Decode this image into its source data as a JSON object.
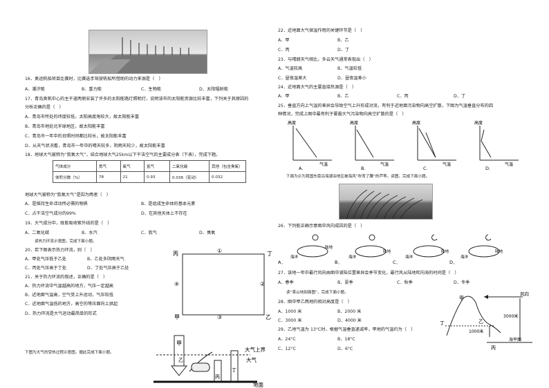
{
  "photo1_caption": "",
  "q16": {
    "stem": "16．奥运帆船项目比赛时，比赛选手驾驶帆船所借助的动力来源是（　）",
    "A": "A．潮汐能",
    "B": "B．重力能",
    "C": "C．生物能",
    "D": "D．太阳辐射能"
  },
  "q17": {
    "stem1": "17．青岛奥帆中心的主干道两侧安装了许多的太阳能路灯照明灯，说明该市的太阳能资源比较丰富，下列关于其原因的",
    "stem2": "分析正确的是（　）",
    "A": "A．青岛市所处的纬度较低，太阳高度角较大，故太阳能丰富",
    "B": "B．青岛市地处北半球地区，故太阳能丰富",
    "C": "C．青岛市一年中的日照时间都比较长，故太阳能丰富",
    "D": "D．从天气状况看，青岛市一年中的晴天较多，阴雨天较少，故太阳能丰富"
  },
  "q18": {
    "stem1": "18．地球大气被称为“氮氧大气”，结合地球大气25km以下干洁空气的主要成分表（下表），完成下题。",
    "table": {
      "head": [
        "气体成分",
        "氮气",
        "氧气",
        "氩气",
        "二氧化碳",
        "其他（包含臭氧）"
      ],
      "row": [
        "体积分数（%）",
        "78",
        "21",
        "0.93",
        "0.038（变动）",
        "0.032"
      ]
    },
    "stem2": "地球大气被称为“氮氧大气”是因为两者（　）",
    "A": "A．是维持生命活动所必需的物质",
    "B": "B．是组成生命体的基本元素",
    "C": "C．占干洁空气成分的99%",
    "D": "D．在其他天体上不存在"
  },
  "q19": {
    "stem": "19．大气成分中，既能吸收紫外线的是（　）",
    "A": "A．二氧化碳",
    "B": "B．水汽",
    "C": "C．氮气",
    "D": "D．臭氧"
  },
  "note_a": "读热力环流示意图，完成下面小题。",
  "q20": {
    "stem": "20．若下图表示热力环流，则（　）",
    "A": "A．甲处气压低于乙处",
    "B": "B．乙处多阴雨天气",
    "C": "C．丙处气压高于丁处",
    "D": "D．丁处气压高于乙处"
  },
  "q21": {
    "stem": "21．关于热力环流的叙述，正确的是（　）",
    "A": "A．热力环流中气温越高的地方，气压一定越高",
    "B": "B．近地面气温高，空气受上升运动，气压较低",
    "C": "C．近地面气温低的地方，高空的等压面向上拱起",
    "D": "D．热力环流是大气运动最简单的形式"
  },
  "note_b": "下图为大气的受热过程示意图。据此完成下面小题。",
  "circ": {
    "bing": "丙",
    "ding": "丁",
    "jia": "甲",
    "yi": "乙",
    "n1": "①",
    "n2": "②",
    "n3": "③",
    "n4": "④"
  },
  "heat": {
    "jia": "甲",
    "yi": "乙",
    "bing": "丙",
    "ding": "丁",
    "top": "大气上界",
    "atm": "大气",
    "ground": "地面"
  },
  "q22": {
    "stem": "22．近地面大气保温作用的关键环节是（　）",
    "A": "A．甲",
    "B": "B．乙",
    "C": "C．丙",
    "D": "D．丁"
  },
  "q23": {
    "stem": "23．与晴朗天气相比，多云天气通常表现出（　）",
    "A": "A．气温较高",
    "B": "B．气温较低",
    "C": "C．昼夜温差大",
    "D": "D．昼夜温差小"
  },
  "q24": {
    "stem": "24．近地面大气的主要直接热源是（　）",
    "A": "A．甲",
    "B": "B．乙",
    "C": "C．丙",
    "D": "D．丁"
  },
  "q25": {
    "stem1": "25．垂直方向上气温的差异会导致空气上升形成对流，有利于近地面污染物向高空扩散，下图为气温垂直分布的四",
    "stem2": "种情况，完成上图中最有利于雾霾大气污染物向高空扩散的是（　）",
    "graphs": [
      {
        "y": "高度",
        "x": "气温",
        "opt": "A."
      },
      {
        "y": "高度",
        "x": "气温",
        "opt": "B."
      },
      {
        "y": "高度",
        "x": "气温",
        "opt": "C."
      },
      {
        "y": "高度",
        "x": "气温",
        "opt": "D."
      }
    ]
  },
  "note_c": "下面为示为我国东南沿海湖泊地区被海风“吹弯了腰”的芦苇。读图，完成下面小题。",
  "q26": {
    "stem": "26．下列能正确示意图中风向成因的是（　）",
    "sea": "海洋",
    "land": "陆地",
    "A": "A．",
    "B": "B．",
    "C": "C．",
    "D": "D．"
  },
  "q27": {
    "stem": "27．该地一年中最行风向由图中湖陆位置差异会季节变化，最行风从陆地吹向海的时间是（　）",
    "A": "A．春季",
    "B": "B．夏季",
    "C": "C．秋季",
    "D": "D．冬季"
  },
  "note_d": "读“某山地剖面图”，完成下面小题。",
  "q28": {
    "stem": "28．图中甲乙两地的相对高度是（　）",
    "A": "A．1000 米",
    "B": "B．2000 米",
    "C": "C．3000 米",
    "D": "D．4000 米"
  },
  "q29": {
    "stem": "29．乙地气温为 13°C时，根据气温垂直递减率，甲地的气温约为（　）",
    "A": "A．24°C",
    "B": "B．18°C",
    "C": "C．12°C",
    "D": "D．6°C"
  },
  "mountain": {
    "wind": "风向",
    "jia": "甲",
    "yi": "乙",
    "bing": "丙",
    "ding": "丁",
    "h1": "3000米",
    "h2": "1000米",
    "sea": "海平面"
  }
}
